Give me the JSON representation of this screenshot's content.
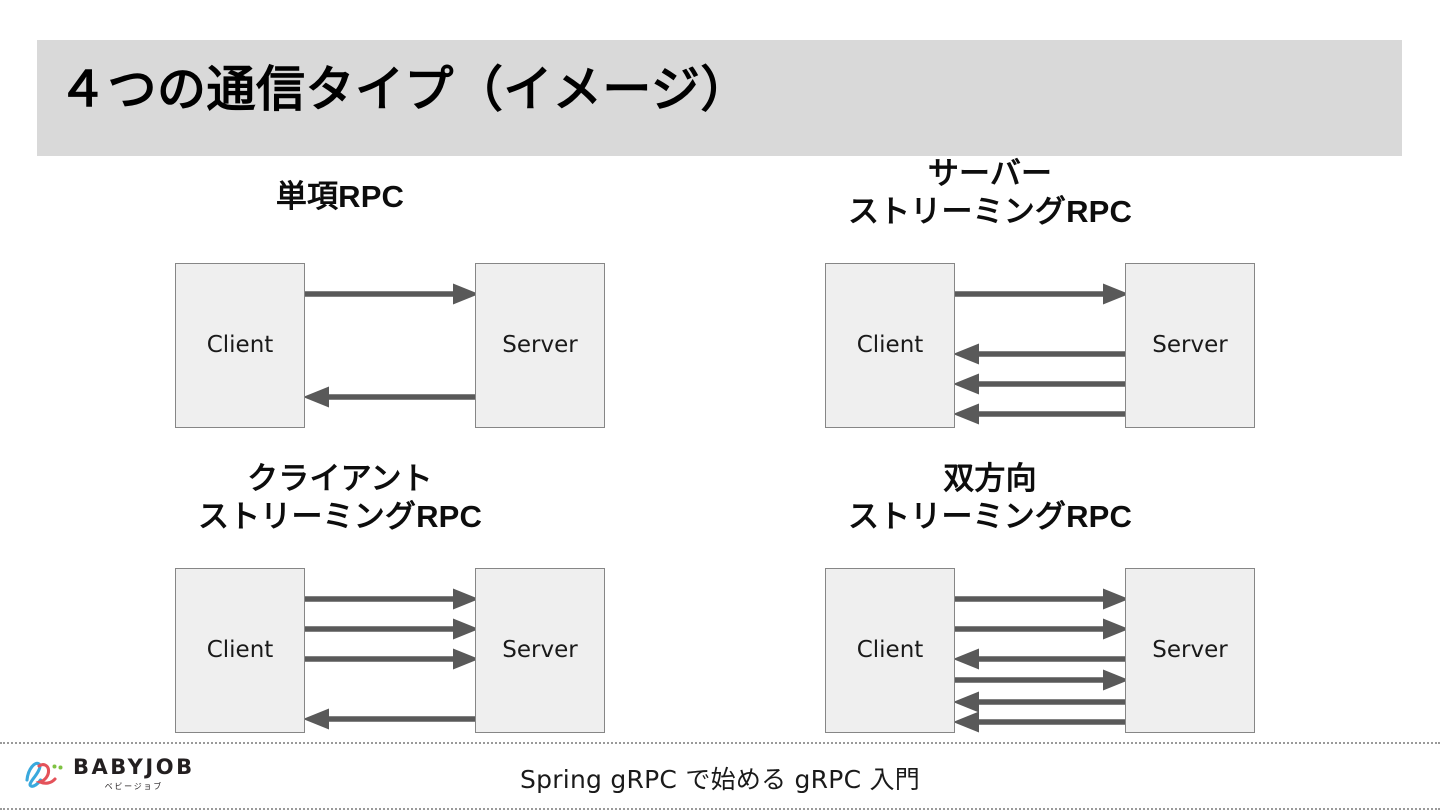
{
  "slide": {
    "title": "４つの通信タイプ（イメージ）",
    "title_band_color": "#d9d9d9",
    "background_color": "#ffffff"
  },
  "colors": {
    "box_fill": "#efefef",
    "box_border": "#868686",
    "arrow": "#595959",
    "title_band": "#d9d9d9",
    "text": "#000000",
    "footer_rule": "#9a9a9a",
    "brand_blue": "#3aa9dd",
    "brand_red": "#e4525a",
    "brand_green": "#7ec242",
    "brand_dark": "#231f20"
  },
  "node_labels": {
    "client": "Client",
    "server": "Server"
  },
  "panels": [
    {
      "id": "unary",
      "title_lines": [
        "単項RPC"
      ],
      "arrows": [
        {
          "dir": "right"
        },
        {
          "dir": "left"
        }
      ],
      "arrow_count": 2
    },
    {
      "id": "server-streaming",
      "title_lines": [
        "サーバー",
        "ストリーミングRPC"
      ],
      "arrows": [
        {
          "dir": "right"
        },
        {
          "dir": "left"
        },
        {
          "dir": "left"
        },
        {
          "dir": "left"
        }
      ],
      "arrow_count": 4
    },
    {
      "id": "client-streaming",
      "title_lines": [
        "クライアント",
        "ストリーミングRPC"
      ],
      "arrows": [
        {
          "dir": "right"
        },
        {
          "dir": "right"
        },
        {
          "dir": "right"
        },
        {
          "dir": "left"
        }
      ],
      "arrow_count": 4
    },
    {
      "id": "bidirectional-streaming",
      "title_lines": [
        "双方向",
        "ストリーミングRPC"
      ],
      "arrows": [
        {
          "dir": "right"
        },
        {
          "dir": "right"
        },
        {
          "dir": "left"
        },
        {
          "dir": "right"
        },
        {
          "dir": "left"
        },
        {
          "dir": "left"
        }
      ],
      "arrow_count": 6
    }
  ],
  "footer": {
    "brand_name": "BABYJOB",
    "brand_sub": "ベビージョブ",
    "center_text": "Spring gRPC で始める gRPC 入門"
  }
}
